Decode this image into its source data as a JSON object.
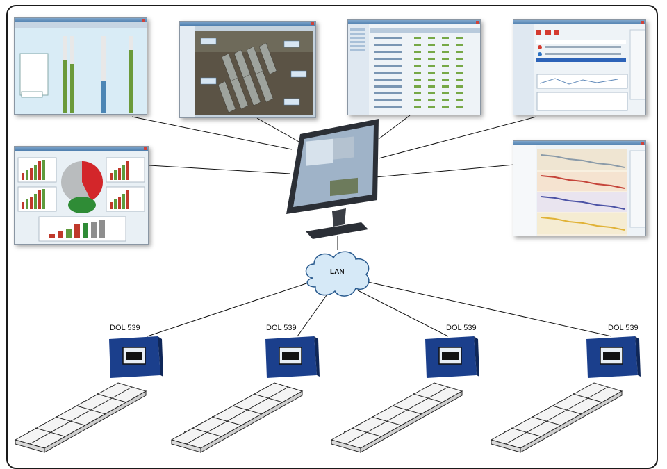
{
  "network": {
    "lan_label": "LAN"
  },
  "controllers": [
    {
      "label": "DOL 539"
    },
    {
      "label": "DOL 539"
    },
    {
      "label": "DOL 539"
    },
    {
      "label": "DOL 539"
    }
  ],
  "screenshots": [
    {
      "name": "level-gauges"
    },
    {
      "name": "farm-site-photo"
    },
    {
      "name": "data-table"
    },
    {
      "name": "alarm-list"
    },
    {
      "name": "dashboard-charts"
    },
    {
      "name": "trend-graphs"
    }
  ],
  "colors": {
    "controller_blue": "#1b3f8c",
    "window_bar": "#4f7faf",
    "line": "#111111"
  }
}
